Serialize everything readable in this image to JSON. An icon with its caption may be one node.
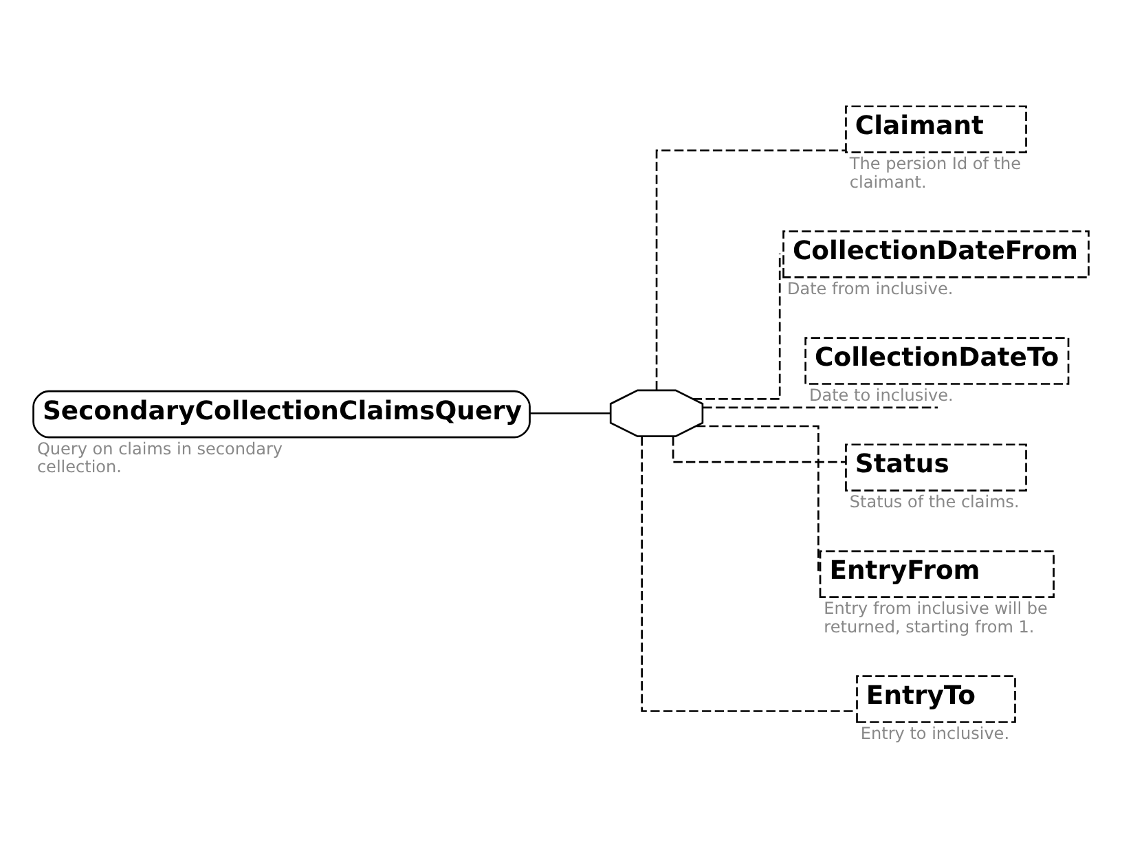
{
  "diagram": {
    "nodes": [
      {
        "text": [
          "SecondaryCollectionClaimsQuery"
        ],
        "beside": [
          "Query on claims in secondary cellection."
        ]
      },
      {
        "text": [],
        "shape": "octagon"
      },
      {
        "text": [
          "Claimant"
        ],
        "beside": [
          "The persion Id of the claimant."
        ]
      },
      {
        "text": [
          "CollectionDateFrom"
        ],
        "beside": [
          "Date from inclusive."
        ]
      },
      {
        "text": [
          "CollectionDateTo"
        ],
        "beside": [
          "Date to inclusive."
        ]
      },
      {
        "text": [
          "Status"
        ],
        "beside": [
          "Status of the claims."
        ]
      },
      {
        "text": [
          "EntryFrom"
        ],
        "beside": [
          "Entry from inclusive will be returned, starting from 1."
        ]
      },
      {
        "text": [
          "EntryTo"
        ],
        "beside": [
          "Entry to inclusive."
        ]
      }
    ],
    "edges": [
      {
        "from": 0,
        "to": 1,
        "arrow": "none"
      },
      {
        "from": 1,
        "to": 2,
        "arrow": "none",
        "style": "dashed"
      },
      {
        "from": 1,
        "to": 3,
        "arrow": "none",
        "style": "dashed"
      },
      {
        "from": 1,
        "to": 4,
        "arrow": "none",
        "style": "dashed"
      },
      {
        "from": 1,
        "to": 5,
        "arrow": "none",
        "style": "dashed"
      },
      {
        "from": 1,
        "to": 6,
        "arrow": "none",
        "style": "dashed"
      },
      {
        "from": 1,
        "to": 7,
        "arrow": "none",
        "style": "dashed"
      }
    ]
  }
}
